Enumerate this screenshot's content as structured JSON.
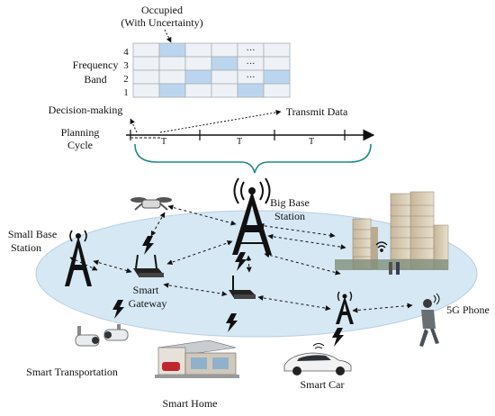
{
  "top": {
    "occupied_line1": "Occupied",
    "occupied_line2": "(With Uncertainty)",
    "band_label_line1": "Frequency",
    "band_label_line2": "Band",
    "band_numbers": [
      "4",
      "3",
      "2",
      "1"
    ],
    "ellipsis": "···",
    "decision_making": "Decision-making",
    "transmit_data": "Transmit Data",
    "planning_line1": "Planning",
    "planning_line2": "Cycle",
    "t_marks": [
      "T",
      "T",
      "T"
    ]
  },
  "grid": {
    "rows": 4,
    "cols": 6,
    "occupied_cells": [
      [
        0,
        1
      ],
      [
        1,
        3
      ],
      [
        2,
        2
      ],
      [
        2,
        5
      ],
      [
        3,
        1
      ],
      [
        3,
        4
      ]
    ],
    "ellipsis_col": 4,
    "occupied_color": "#bcd5ef",
    "empty_color": "#eef2f6",
    "line_color": "#a8aeb5"
  },
  "network": {
    "ellipse_color": "#d7e8f5",
    "labels": {
      "big_base_station_line1": "Big Base",
      "big_base_station_line2": "Station",
      "small_base_station_line1": "Small Base",
      "small_base_station_line2": "Station",
      "smart_gateway_line1": "Smart",
      "smart_gateway_line2": "Gateway",
      "phone_5g": "5G Phone",
      "smart_transportation": "Smart Transportation",
      "smart_home": "Smart Home",
      "smart_car": "Smart Car"
    }
  }
}
